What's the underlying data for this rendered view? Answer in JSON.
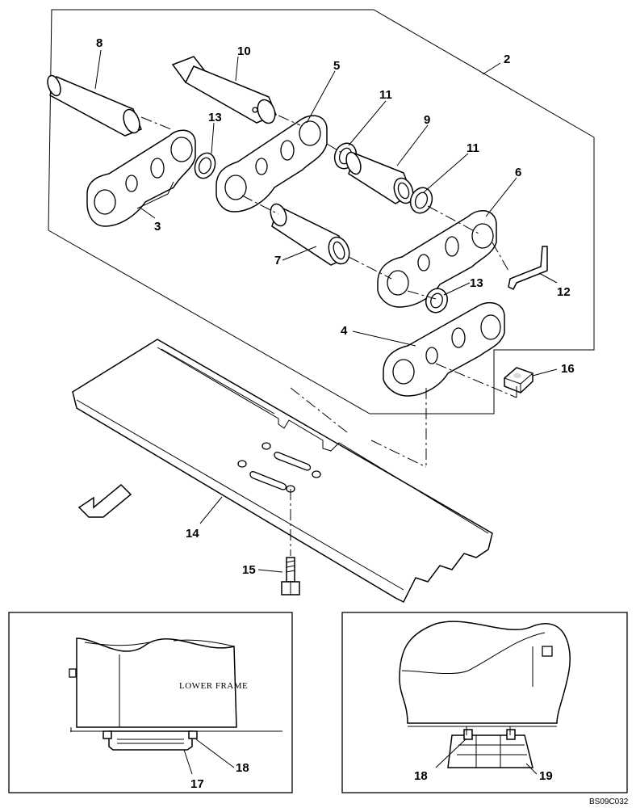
{
  "diagram_code": "BS09C032",
  "frame_label": "LOWER FRAME",
  "callouts": {
    "c1": "8",
    "c2": "10",
    "c3": "5",
    "c4": "2",
    "c5": "11",
    "c6": "13",
    "c7": "9",
    "c8": "11",
    "c9": "3",
    "c10": "6",
    "c11": "7",
    "c12": "13",
    "c13": "12",
    "c14": "4",
    "c15": "16",
    "c16": "14",
    "c17": "15",
    "c18": "18",
    "c19": "17",
    "c20": "18",
    "c21": "19"
  }
}
